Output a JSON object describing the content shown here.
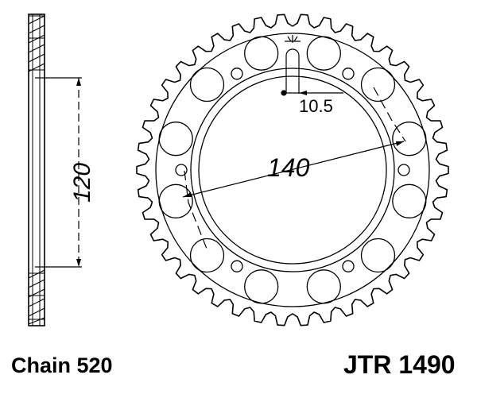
{
  "drawing": {
    "chain_label": "Chain 520",
    "part_number": "JTR 1490",
    "dim_pcd": "140",
    "dim_bolt_hole": "10.5",
    "dim_side": "120",
    "teeth_count": 42,
    "bolt_holes": 6,
    "lightening_holes": 12
  },
  "colors": {
    "line": "#000000",
    "background": "#ffffff"
  }
}
